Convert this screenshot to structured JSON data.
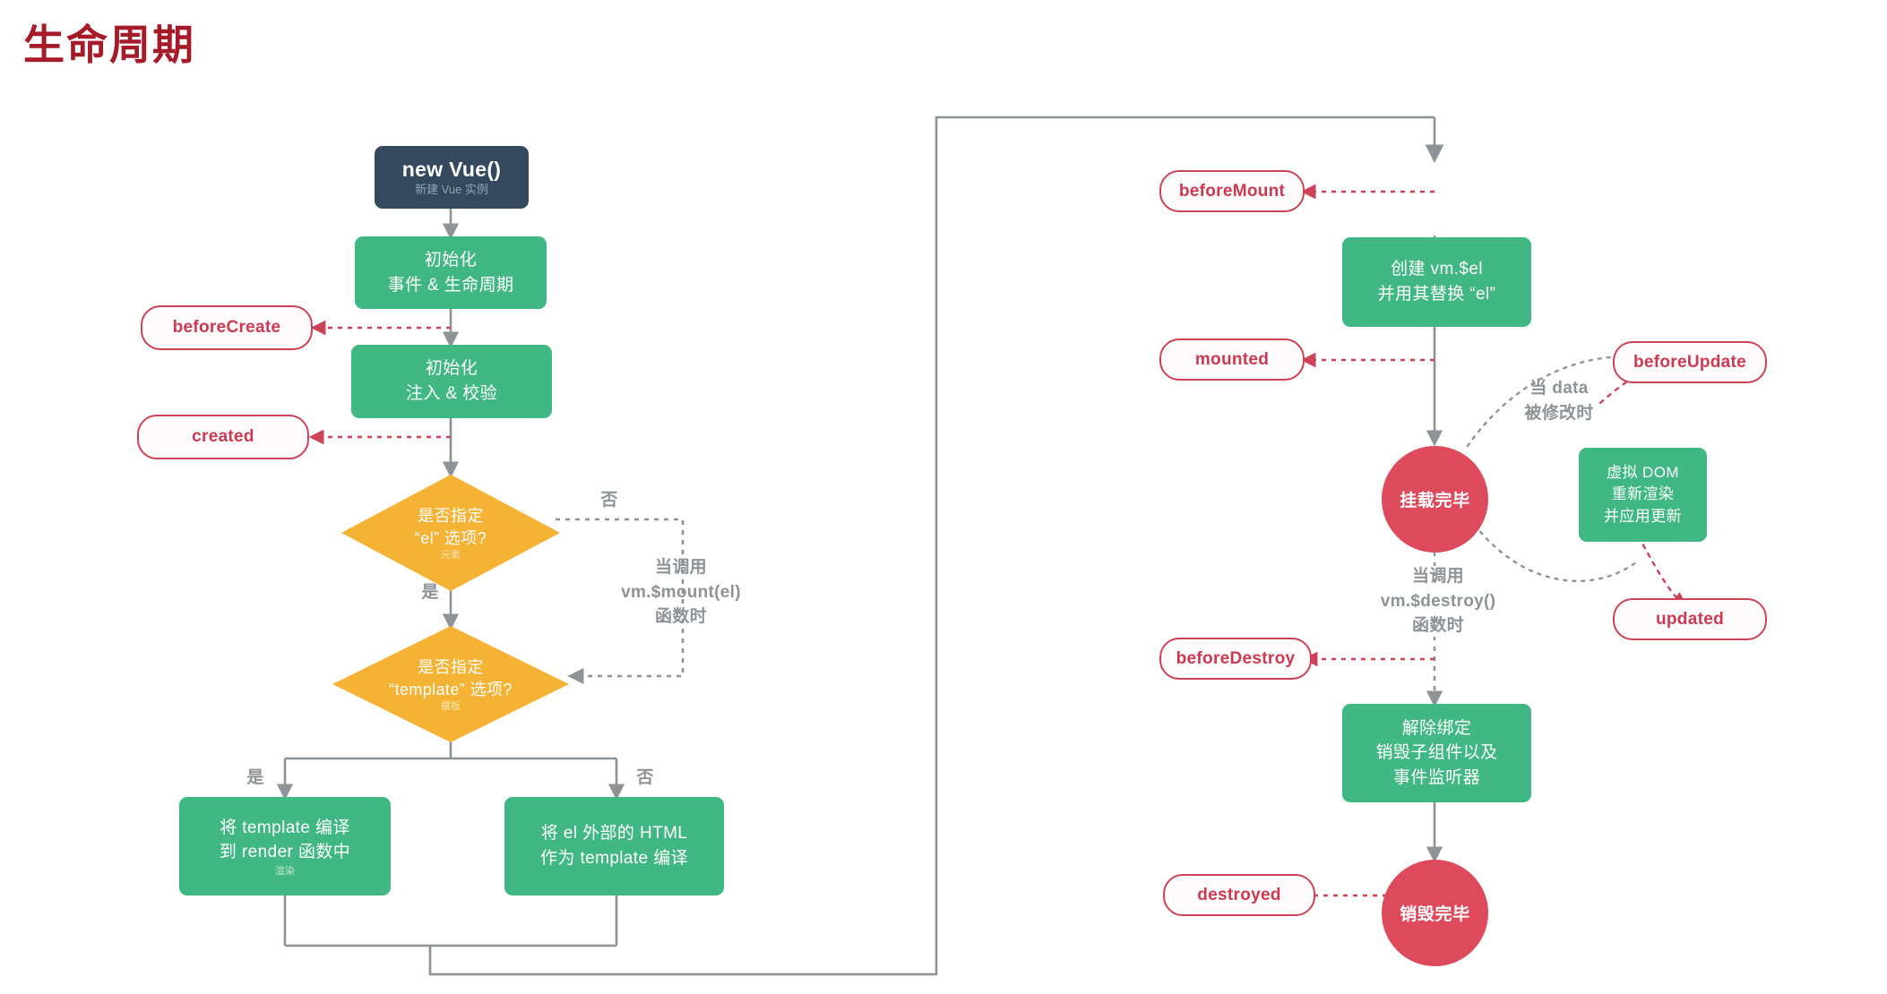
{
  "title": "生命周期",
  "colors": {
    "title": "#a61b29",
    "dark_node": "#35495e",
    "green_node": "#41b883",
    "yellow_node": "#f5b335",
    "hook_border": "#cc4257",
    "hook_text": "#cc3a52",
    "circle": "#dd4a5c",
    "wire_solid": "#8d9396",
    "wire_dashed_red": "#cc4257",
    "annotation": "#8d9396",
    "background": "#ffffff"
  },
  "nodes": {
    "new_vue": {
      "title": "new Vue()",
      "subtitle": "新建 Vue 实例"
    },
    "init_events": {
      "line1": "初始化",
      "line2": "事件 & 生命周期"
    },
    "init_inject": {
      "line1": "初始化",
      "line2": "注入 & 校验"
    },
    "decide_el": {
      "line1": "是否指定",
      "line2": "“el” 选项?",
      "sub": "元素"
    },
    "decide_template": {
      "line1": "是否指定",
      "line2": "“template” 选项?",
      "sub": "模板"
    },
    "compile_template": {
      "line1": "将 template 编译",
      "line2": "到 render 函数中",
      "sub": "渲染"
    },
    "compile_outer_html": {
      "line1": "将 el 外部的 HTML",
      "line2": "作为 template 编译"
    },
    "create_vm_el": {
      "line1": "创建  vm.$el",
      "line2": "并用其替换 “el”"
    },
    "virtual_dom": {
      "line1": "虚拟 DOM",
      "line2": "重新渲染",
      "line3": "并应用更新"
    },
    "teardown": {
      "line1": "解除绑定",
      "line2": "销毁子组件以及",
      "line3": "事件监听器"
    },
    "mounted_circle": "挂载完毕",
    "destroyed_circle": "销毁完毕"
  },
  "hooks": {
    "before_create": "beforeCreate",
    "created": "created",
    "before_mount": "beforeMount",
    "mounted": "mounted",
    "before_update": "beforeUpdate",
    "updated": "updated",
    "before_destroy": "beforeDestroy",
    "destroyed": "destroyed"
  },
  "annotations": {
    "el_no": "否",
    "el_yes": "是",
    "template_yes": "是",
    "template_no": "否",
    "mount_call": "当调用\nvm.$mount(el)\n函数时",
    "data_changed": "当 data\n被修改时",
    "destroy_call": "当调用\nvm.$destroy()\n函数时"
  }
}
